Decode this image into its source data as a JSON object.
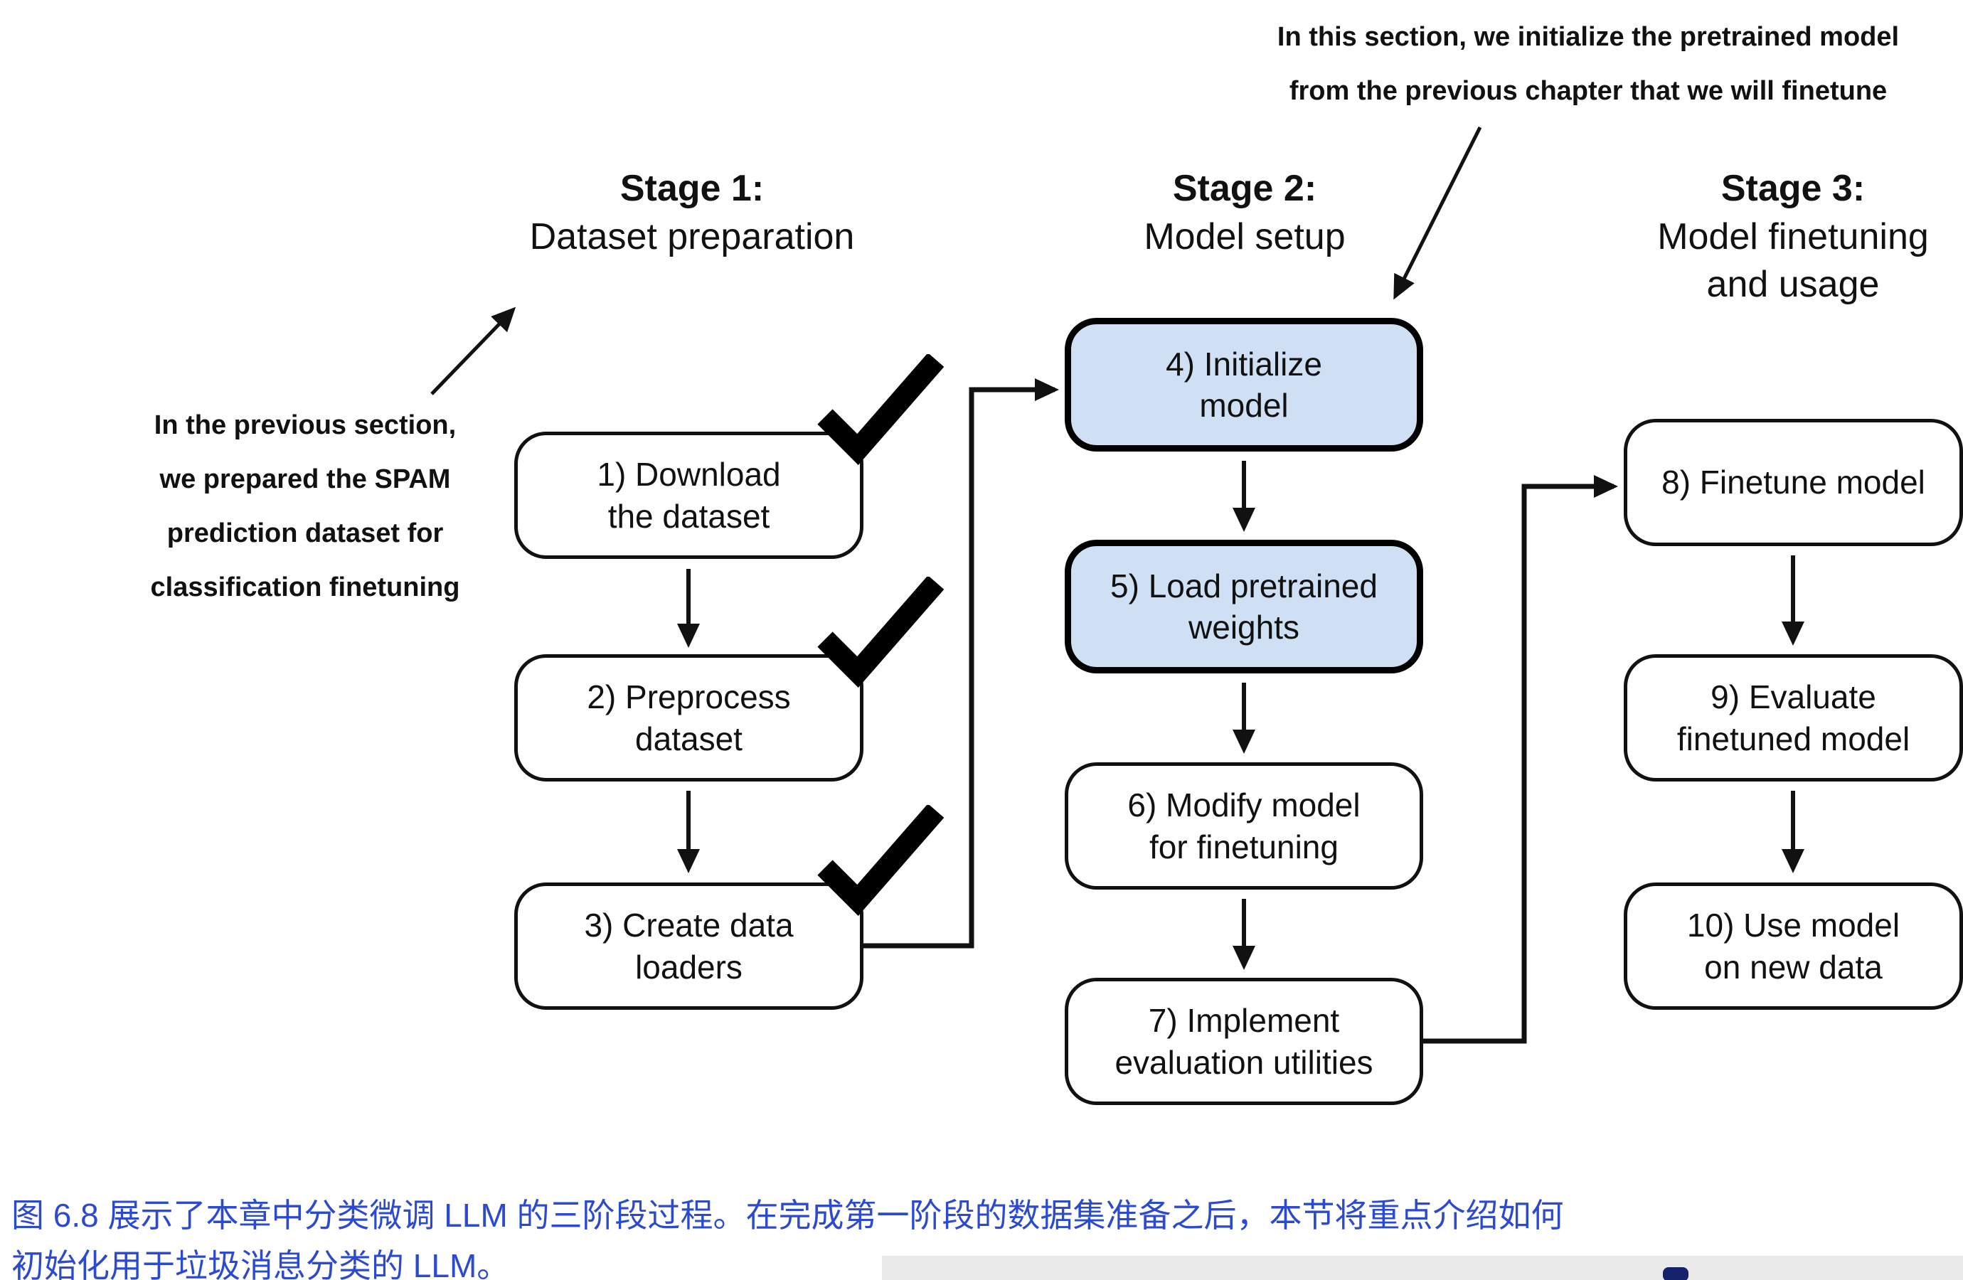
{
  "figure": {
    "caption_lines": [
      "图 6.8 展示了本章中分类微调 LLM 的三阶段过程。在完成第一阶段的数据集准备之后，本节将重点介绍如何",
      "初始化用于垃圾消息分类的 LLM。"
    ]
  },
  "annotations": {
    "top": {
      "lines": [
        "In this section, we initialize the pretrained model",
        "from the previous chapter that we will finetune"
      ]
    },
    "left": {
      "lines": [
        "In the previous section,",
        "we prepared the SPAM",
        "prediction dataset for",
        "classification finetuning"
      ]
    }
  },
  "stages": [
    {
      "title": "Stage 1:",
      "subtitle_lines": [
        "Dataset preparation"
      ],
      "boxes": [
        {
          "lines": [
            "1) Download",
            "the dataset"
          ],
          "checked": true,
          "highlighted": false
        },
        {
          "lines": [
            "2) Preprocess",
            "dataset"
          ],
          "checked": true,
          "highlighted": false
        },
        {
          "lines": [
            "3) Create data",
            "loaders"
          ],
          "checked": true,
          "highlighted": false
        }
      ]
    },
    {
      "title": "Stage 2:",
      "subtitle_lines": [
        "Model setup"
      ],
      "boxes": [
        {
          "lines": [
            "4) Initialize",
            "model"
          ],
          "checked": false,
          "highlighted": true
        },
        {
          "lines": [
            "5) Load pretrained",
            "weights"
          ],
          "checked": false,
          "highlighted": true
        },
        {
          "lines": [
            "6) Modify model",
            "for finetuning"
          ],
          "checked": false,
          "highlighted": false
        },
        {
          "lines": [
            "7) Implement",
            "evaluation utilities"
          ],
          "checked": false,
          "highlighted": false
        }
      ]
    },
    {
      "title": "Stage 3:",
      "subtitle_lines": [
        "Model finetuning",
        "and usage"
      ],
      "boxes": [
        {
          "lines": [
            "8) Finetune model"
          ],
          "checked": false,
          "highlighted": false
        },
        {
          "lines": [
            "9) Evaluate",
            "finetuned model"
          ],
          "checked": false,
          "highlighted": false
        },
        {
          "lines": [
            "10) Use model",
            "on new data"
          ],
          "checked": false,
          "highlighted": false
        }
      ]
    }
  ],
  "colors": {
    "highlight_fill": "#cfe0f5",
    "box_border": "#111111",
    "arrow": "#111111",
    "checkmark": "#000000",
    "caption_text": "#2b4ad0"
  }
}
